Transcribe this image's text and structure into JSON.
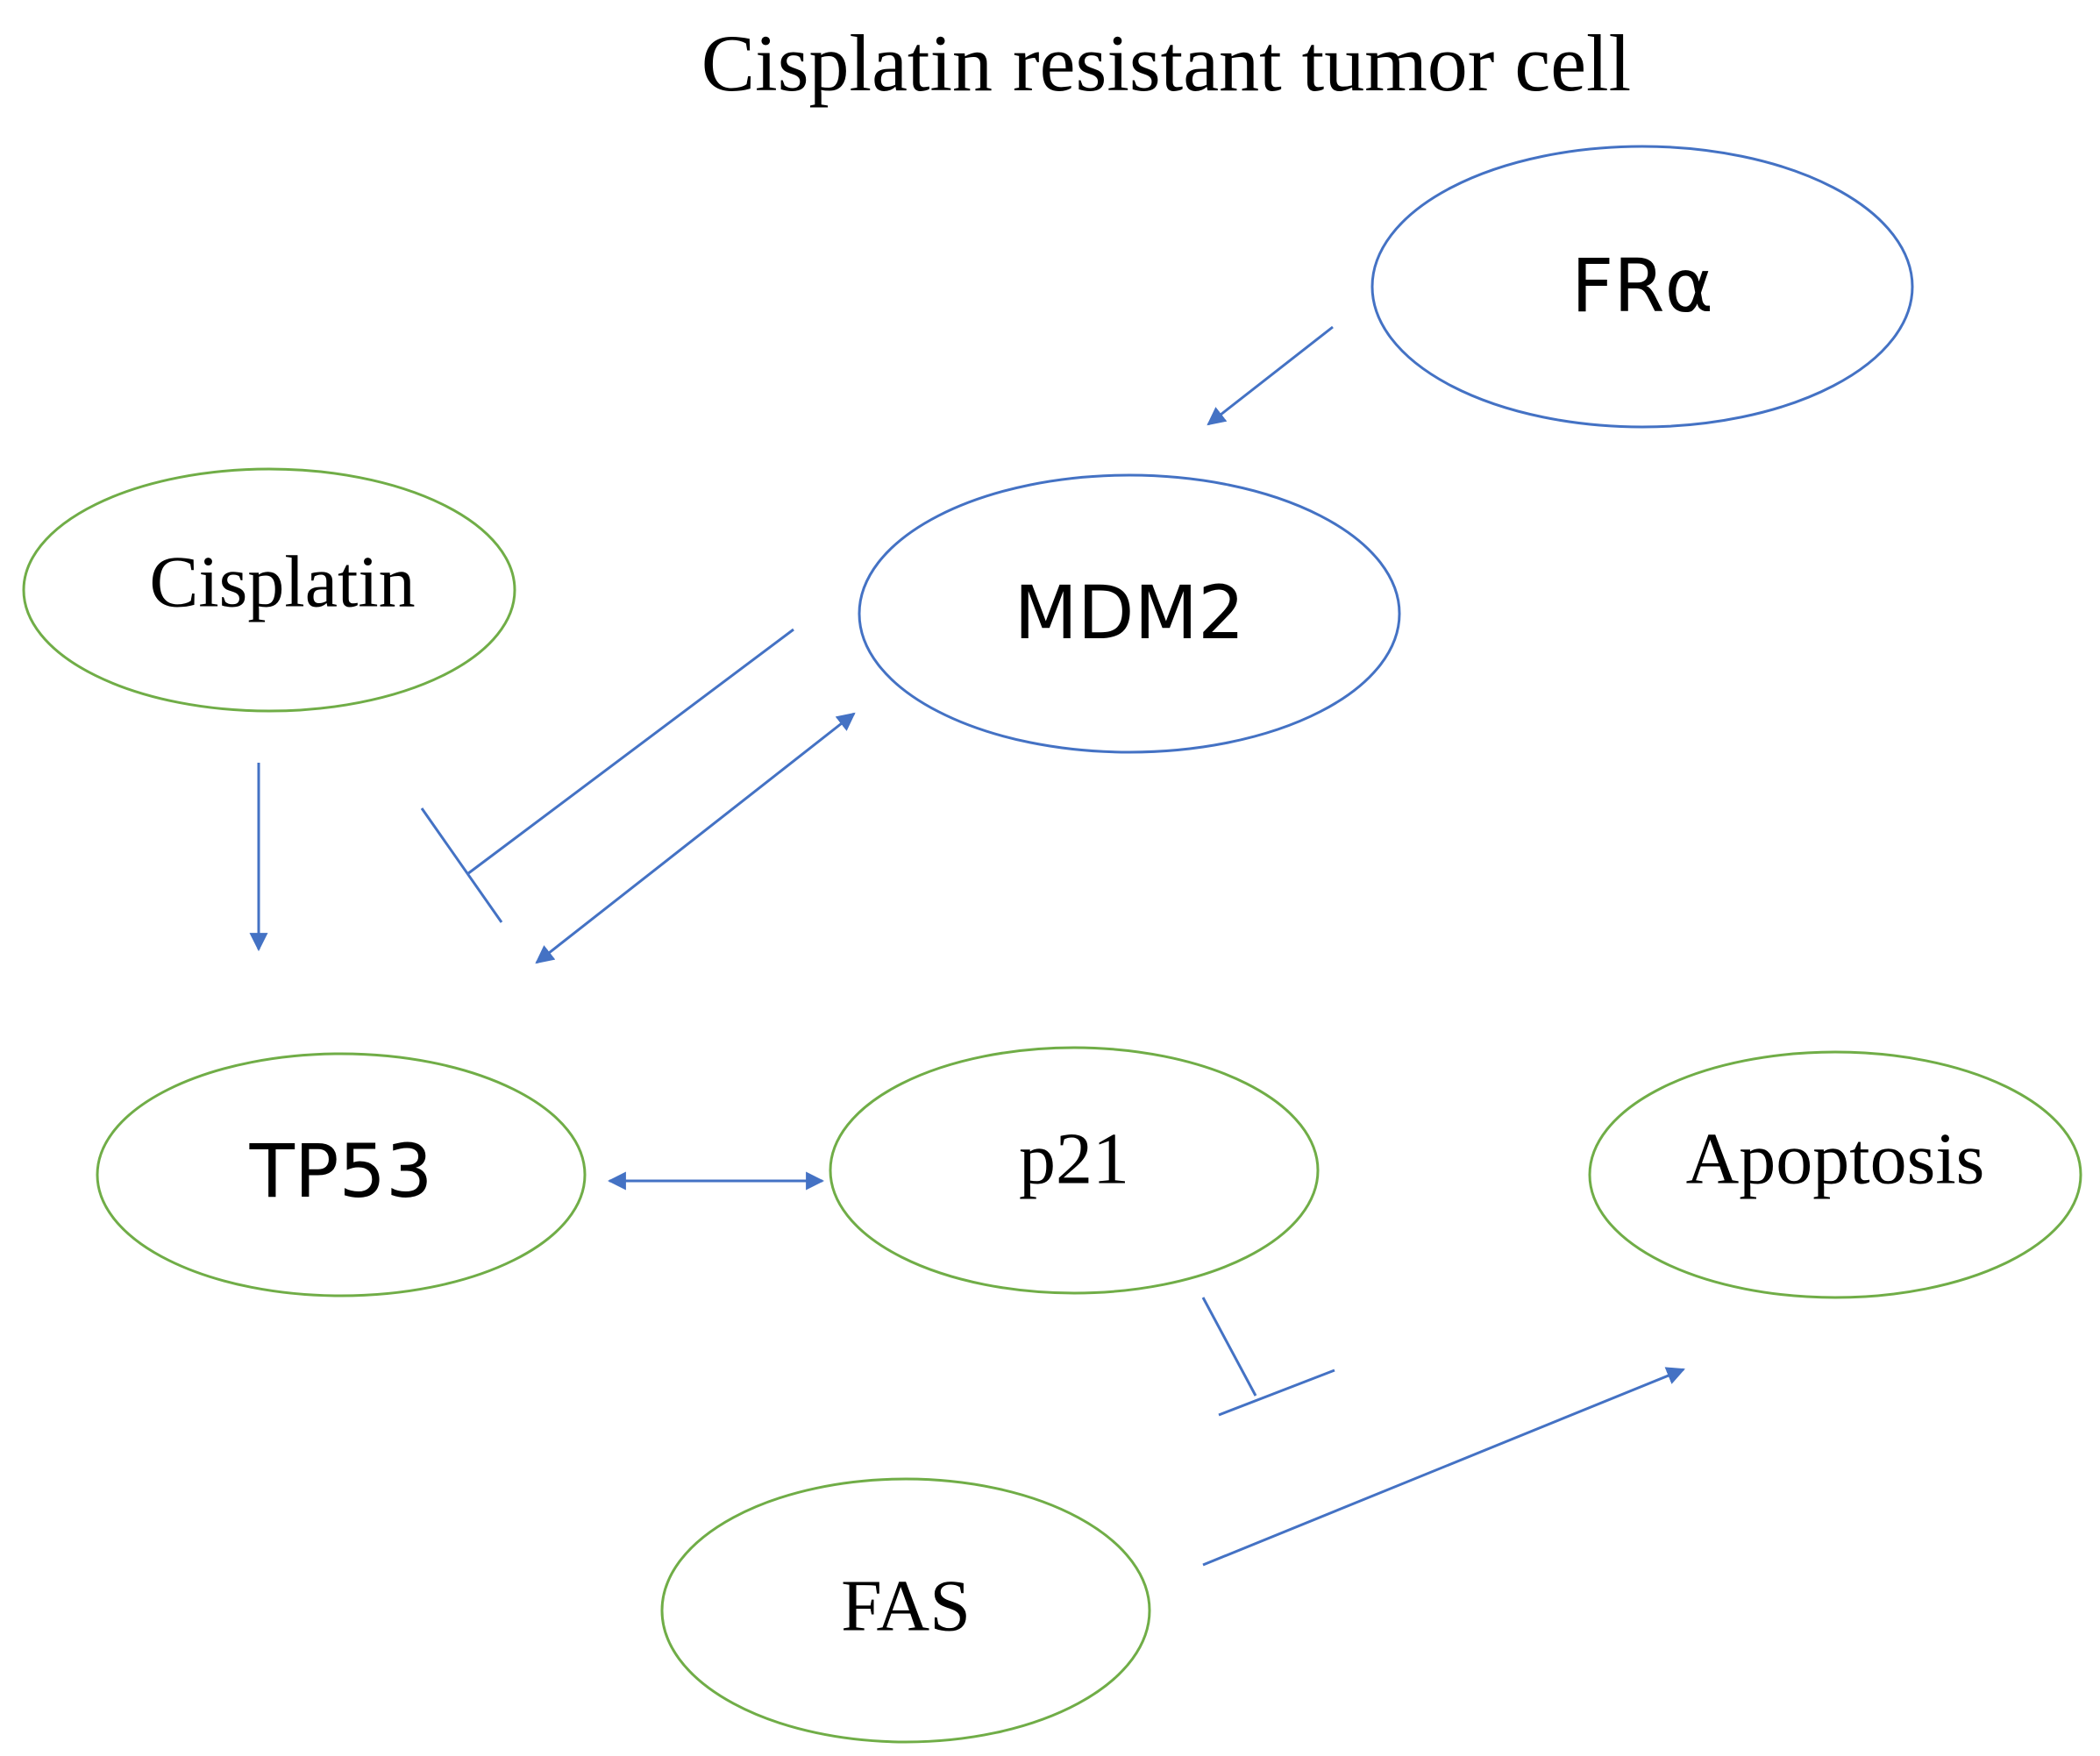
{
  "title": "Cisplatin resistant tumor cell",
  "colors": {
    "green_node": "#70ad47",
    "blue_node": "#4472c4",
    "edge": "#4472c4"
  },
  "nodes": {
    "fra": {
      "label": "FRα",
      "color": "blue"
    },
    "mdm2": {
      "label": "MDM2",
      "color": "blue"
    },
    "cisplatin": {
      "label": "Cisplatin",
      "color": "green"
    },
    "tp53": {
      "label": "TP53",
      "color": "green"
    },
    "p21": {
      "label": "p21",
      "color": "green"
    },
    "apoptosis": {
      "label": "Apoptosis",
      "color": "green"
    },
    "fas": {
      "label": "FAS",
      "color": "green"
    }
  },
  "edges": [
    {
      "from": "FRα",
      "to": "MDM2",
      "type": "activation"
    },
    {
      "from": "MDM2",
      "to": "TP53",
      "type": "inhibition"
    },
    {
      "from": "TP53",
      "to": "MDM2",
      "type": "bidirectional"
    },
    {
      "from": "Cisplatin",
      "to": "TP53",
      "type": "activation"
    },
    {
      "from": "TP53",
      "to": "p21",
      "type": "bidirectional"
    },
    {
      "from": "p21",
      "to": "FAS",
      "type": "inhibition"
    },
    {
      "from": "FAS",
      "to": "Apoptosis",
      "type": "activation"
    }
  ]
}
